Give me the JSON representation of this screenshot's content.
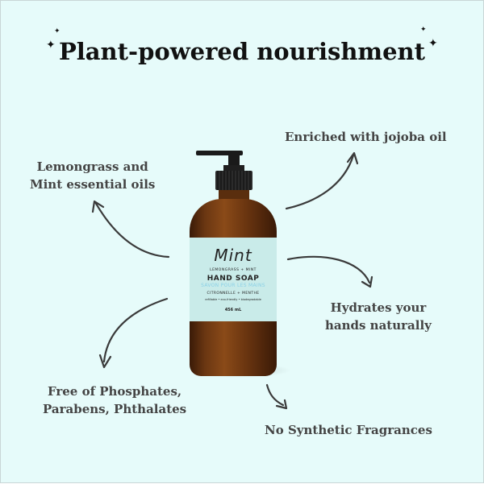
{
  "title": "Plant-powered nourishment",
  "colors": {
    "background": "#e6fbfa",
    "title_text": "#111111",
    "feature_text": "#444444",
    "arrow": "#3a3a3a",
    "label_bg": "#c9ebe9",
    "glass": "#6b3712"
  },
  "features": [
    {
      "text_line1": "Lemongrass and",
      "text_line2": "Mint essential oils"
    },
    {
      "text_line1": "Enriched with jojoba oil"
    },
    {
      "text_line1": "Hydrates your",
      "text_line2": "hands naturally"
    },
    {
      "text_line1": "Free of Phosphates,",
      "text_line2": "Parabens, Phthalates"
    },
    {
      "text_line1": "No Synthetic Fragrances"
    }
  ],
  "product": {
    "brand": "Mint",
    "scent": "LEMONGRASS + MINT",
    "name": "HAND SOAP",
    "name_fr": "SAVON POUR LES MAINS",
    "scent_fr": "CITRONNELLE + MENTHE",
    "tagline": "refillable • eco-friendly • biodegradable",
    "volume": "456 mL"
  },
  "icons": [
    "sparkle-icon",
    "arrow-icon",
    "pump-bottle-icon"
  ]
}
